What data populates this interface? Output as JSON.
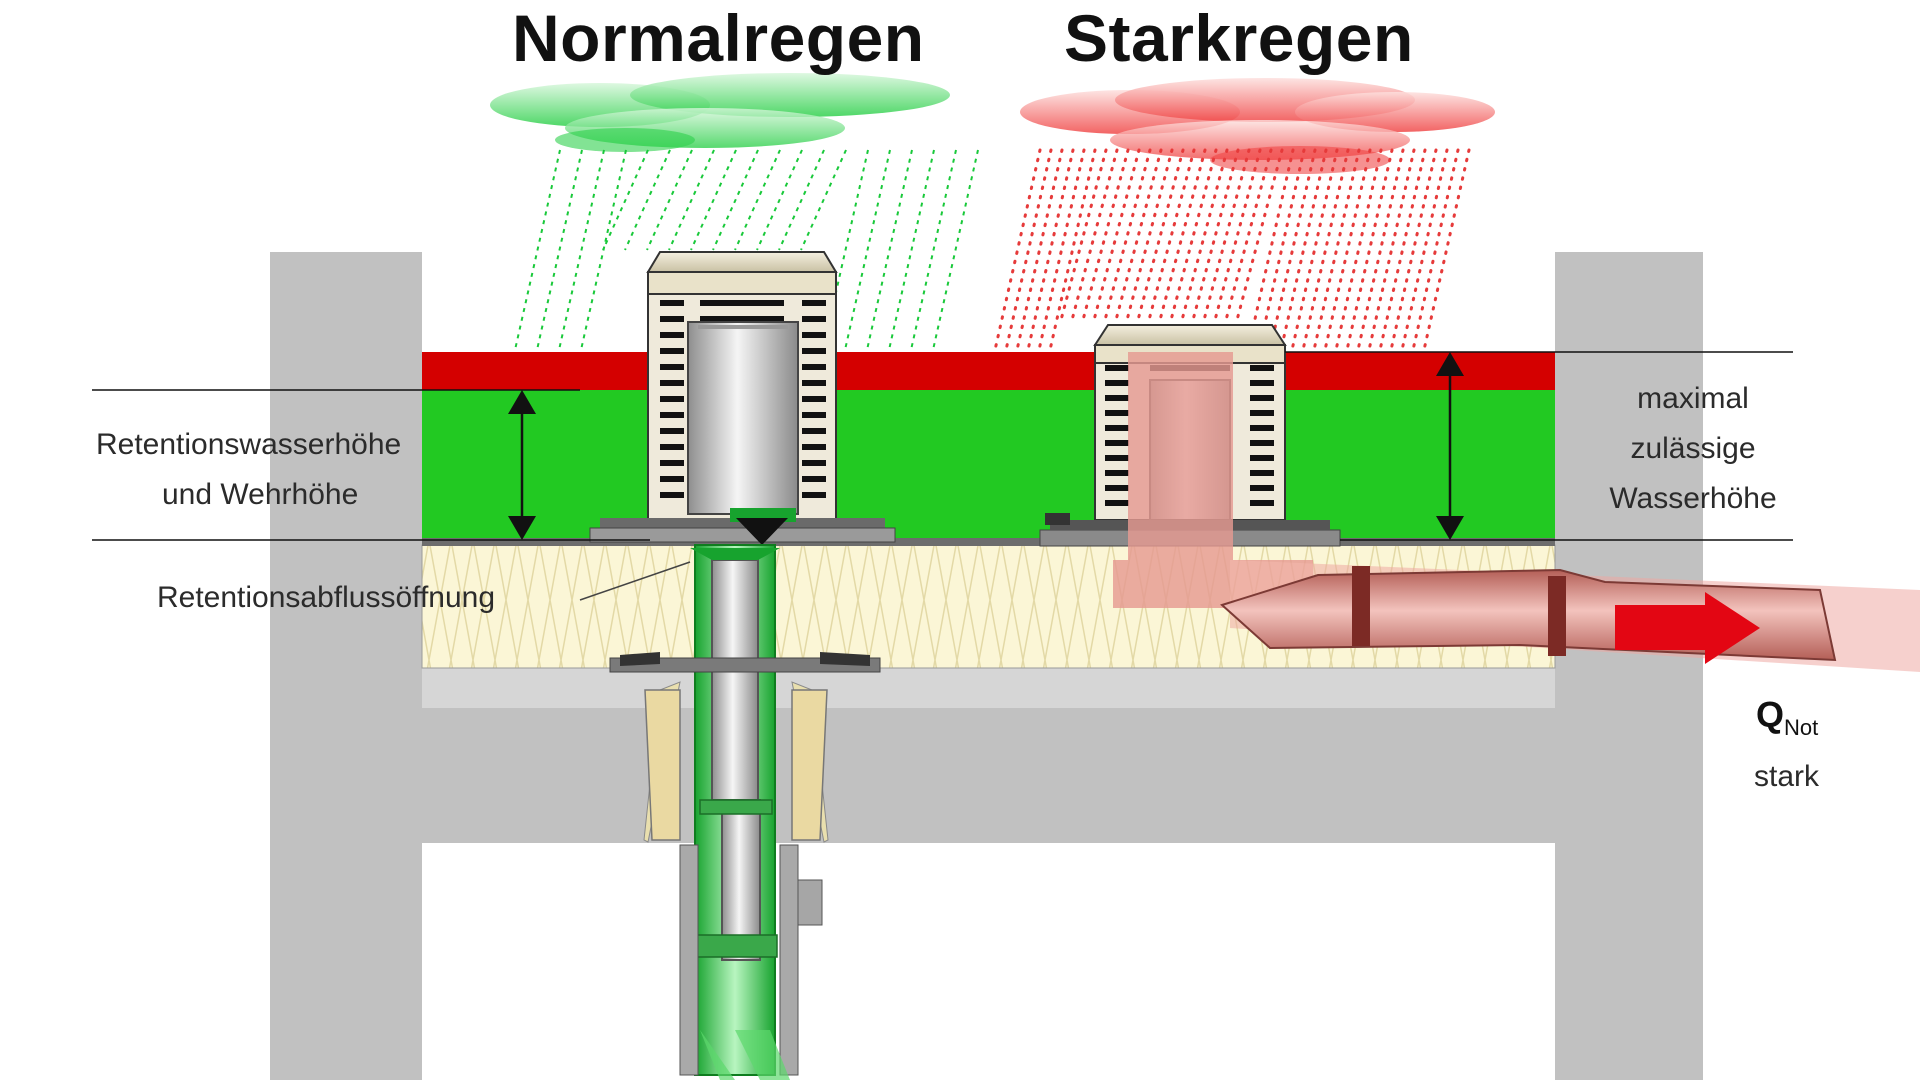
{
  "titles": {
    "normal": "Normalregen",
    "heavy": "Starkregen"
  },
  "labels": {
    "retention_height_line1": "Retentionswasserhöhe",
    "retention_height_line2": "und Wehrhöhe",
    "retention_opening": "Retentionsabflussöffnung",
    "max_height_line1": "maximal",
    "max_height_line2": "zulässige",
    "max_height_line3": "Wasserhöhe",
    "flow_symbol": "Q",
    "flow_subscript": "Not",
    "flow_suffix": "stark"
  },
  "colors": {
    "normal_rain": "#19c93a",
    "heavy_rain": "#e63a3a",
    "retention_water": "#22c922",
    "roof_membrane": "#d40000",
    "insulation": "#fbf6d6",
    "concrete": "#c1c1c1",
    "emergency_pipe": "#d98b82"
  }
}
